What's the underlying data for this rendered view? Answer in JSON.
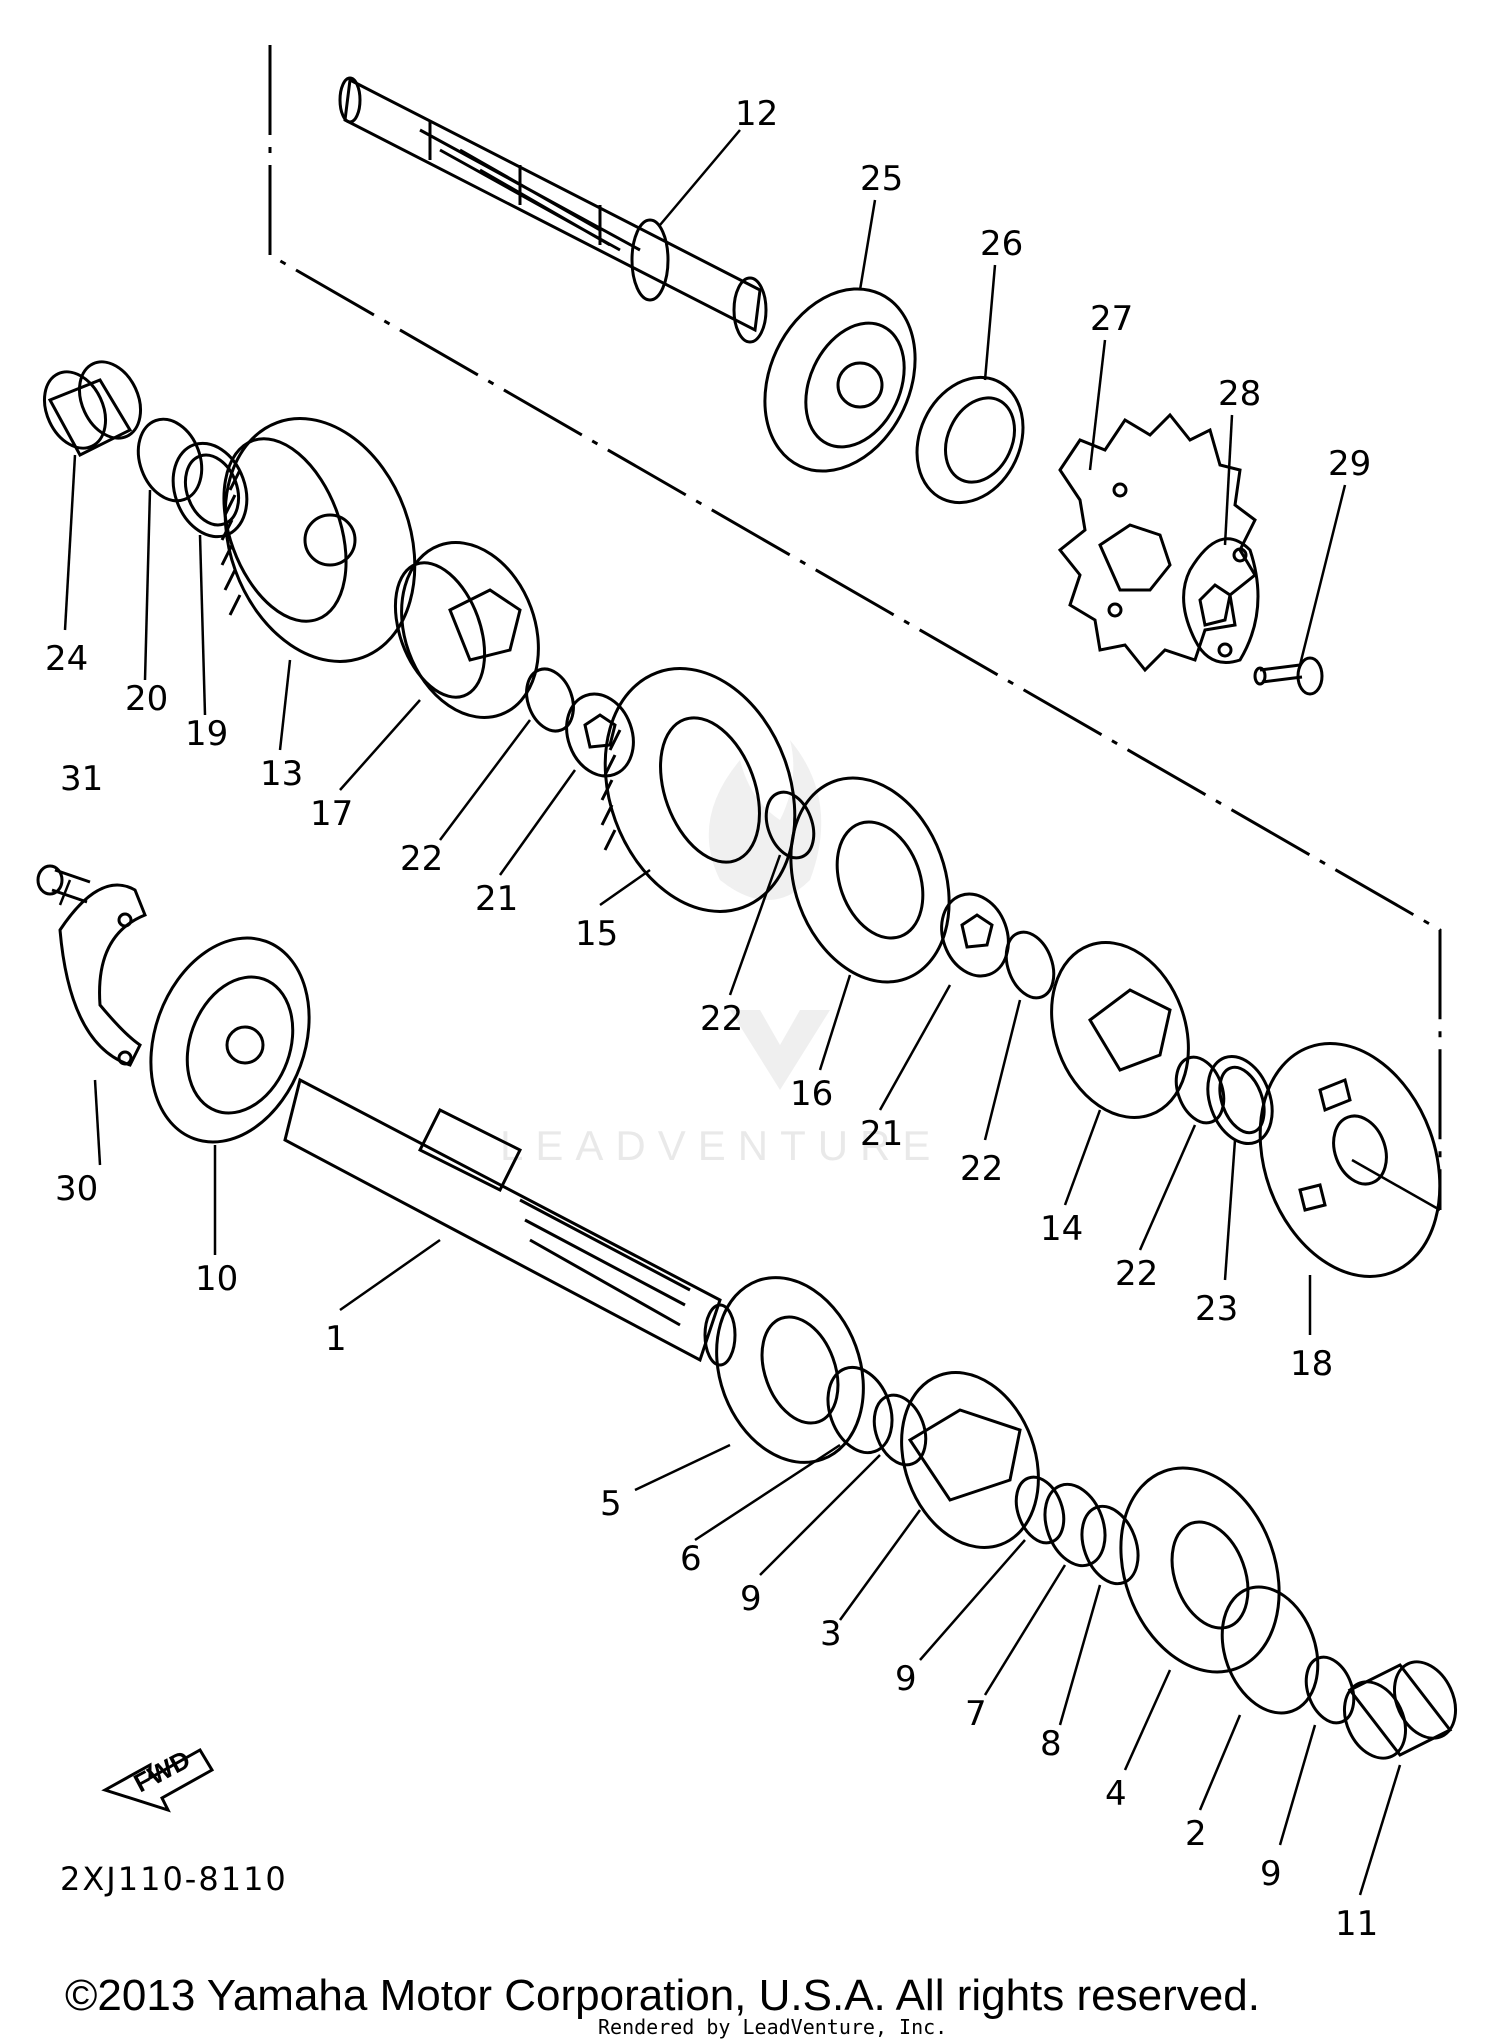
{
  "diagram": {
    "part_numbers": [
      "1",
      "2",
      "3",
      "4",
      "5",
      "6",
      "7",
      "8",
      "9",
      "10",
      "11",
      "12",
      "13",
      "14",
      "15",
      "16",
      "17",
      "18",
      "19",
      "20",
      "21",
      "22",
      "23",
      "24",
      "25",
      "26",
      "27",
      "28",
      "29",
      "30",
      "31"
    ],
    "drawing_code": "2XJ110-8110",
    "fwd_label": "FWD",
    "watermark": "LEADVENTURE",
    "copyright": "©2013 Yamaha Motor Corporation, U.S.A. All rights reserved.",
    "rendered_by": "Rendered by LeadVenture, Inc."
  }
}
